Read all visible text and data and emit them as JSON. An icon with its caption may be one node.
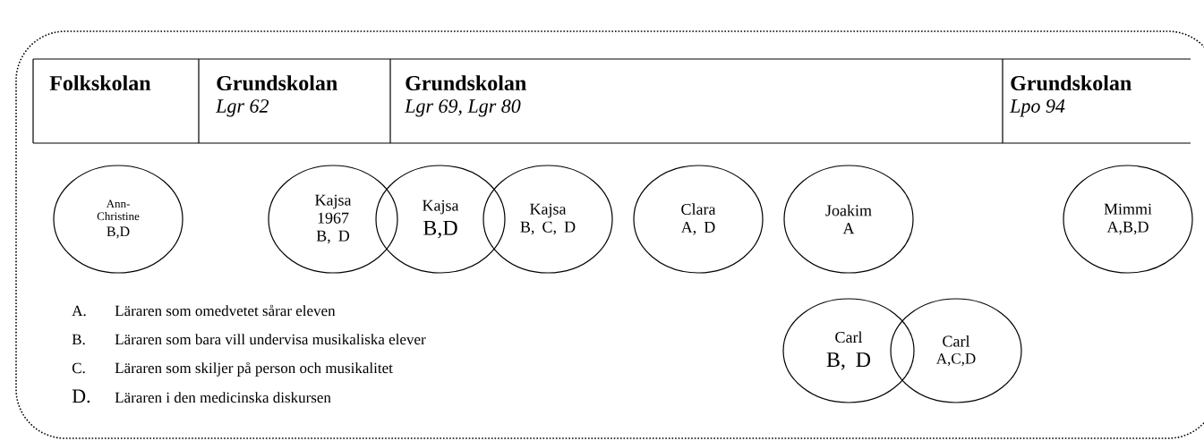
{
  "diagram": {
    "nodes": [
      {
        "text": [
          "Folkskolan"
        ]
      },
      {
        "text": [
          "Grundskolan",
          "Lgr 62"
        ]
      },
      {
        "text": [
          "Grundskolan",
          "Lgr 69, Lgr 80"
        ]
      },
      {
        "text": [
          "Grundskolan",
          "Lpo 94"
        ]
      },
      {
        "text": [
          "Ann-Christine",
          "B,D"
        ]
      },
      {
        "text": [
          "Kajsa",
          "1967",
          "B, D"
        ]
      },
      {
        "text": [
          "Kajsa",
          "B,D"
        ]
      },
      {
        "text": [
          "Kajsa",
          "B, C, D"
        ]
      },
      {
        "text": [
          "Clara",
          "A, D"
        ]
      },
      {
        "text": [
          "Joakim",
          "A"
        ]
      },
      {
        "text": [
          "Mimmi",
          "A,B,D"
        ]
      },
      {
        "text": [
          "Carl",
          "B, D"
        ]
      },
      {
        "text": [
          "Carl",
          "A,C,D"
        ]
      }
    ],
    "labels": [
      "A.",
      "Läraren som omedvetet sårar eleven",
      "B.",
      "Läraren som bara vill undervisa musikaliska elever",
      "C.",
      "Läraren som skiljer på person och musikalitet",
      "D.",
      "Läraren i den medicinska diskursen"
    ]
  }
}
